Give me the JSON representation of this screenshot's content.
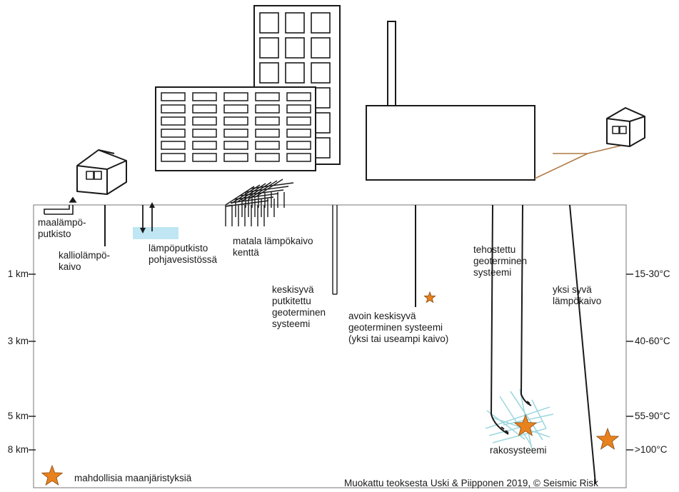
{
  "labels": {
    "maalampo": "maalämpö-\nputkisto",
    "kalliolampo": "kalliolämpö-\nkaivo",
    "pohjavesi": "lämpöputkisto\npohjavesistössä",
    "matala": "matala lämpökaivo\nkenttä",
    "keskisyva_putkitettu": "keskisyvä\nputkitettu\ngeoterminen\nsysteemi",
    "avoin": "avoin keskisyvä\ngeoterminen systeemi\n(yksi tai useampi kaivo)",
    "tehostettu": "tehostettu\ngeoterminen\nsysteemi",
    "syva": "yksi syvä\nlämpökaivo",
    "rakosysteemi": "rakosysteemi"
  },
  "depths": [
    "1 km",
    "3 km",
    "5 km",
    "8 km"
  ],
  "temperatures": [
    "15-30°C",
    "40-60°C",
    "55-90°C",
    ">100°C"
  ],
  "legend": {
    "label": "mahdollisia maanjäristyksiä"
  },
  "credit": "Muokattu teoksesta Uski & Piipponen 2019, © Seismic Risk",
  "colors": {
    "star": "#e8821e",
    "star_outline": "#8a4a0e",
    "fracture": "#9fd8df",
    "groundwater": "#bfe6f2",
    "pipe": "#b07a45",
    "line": "#1a1a1a"
  }
}
